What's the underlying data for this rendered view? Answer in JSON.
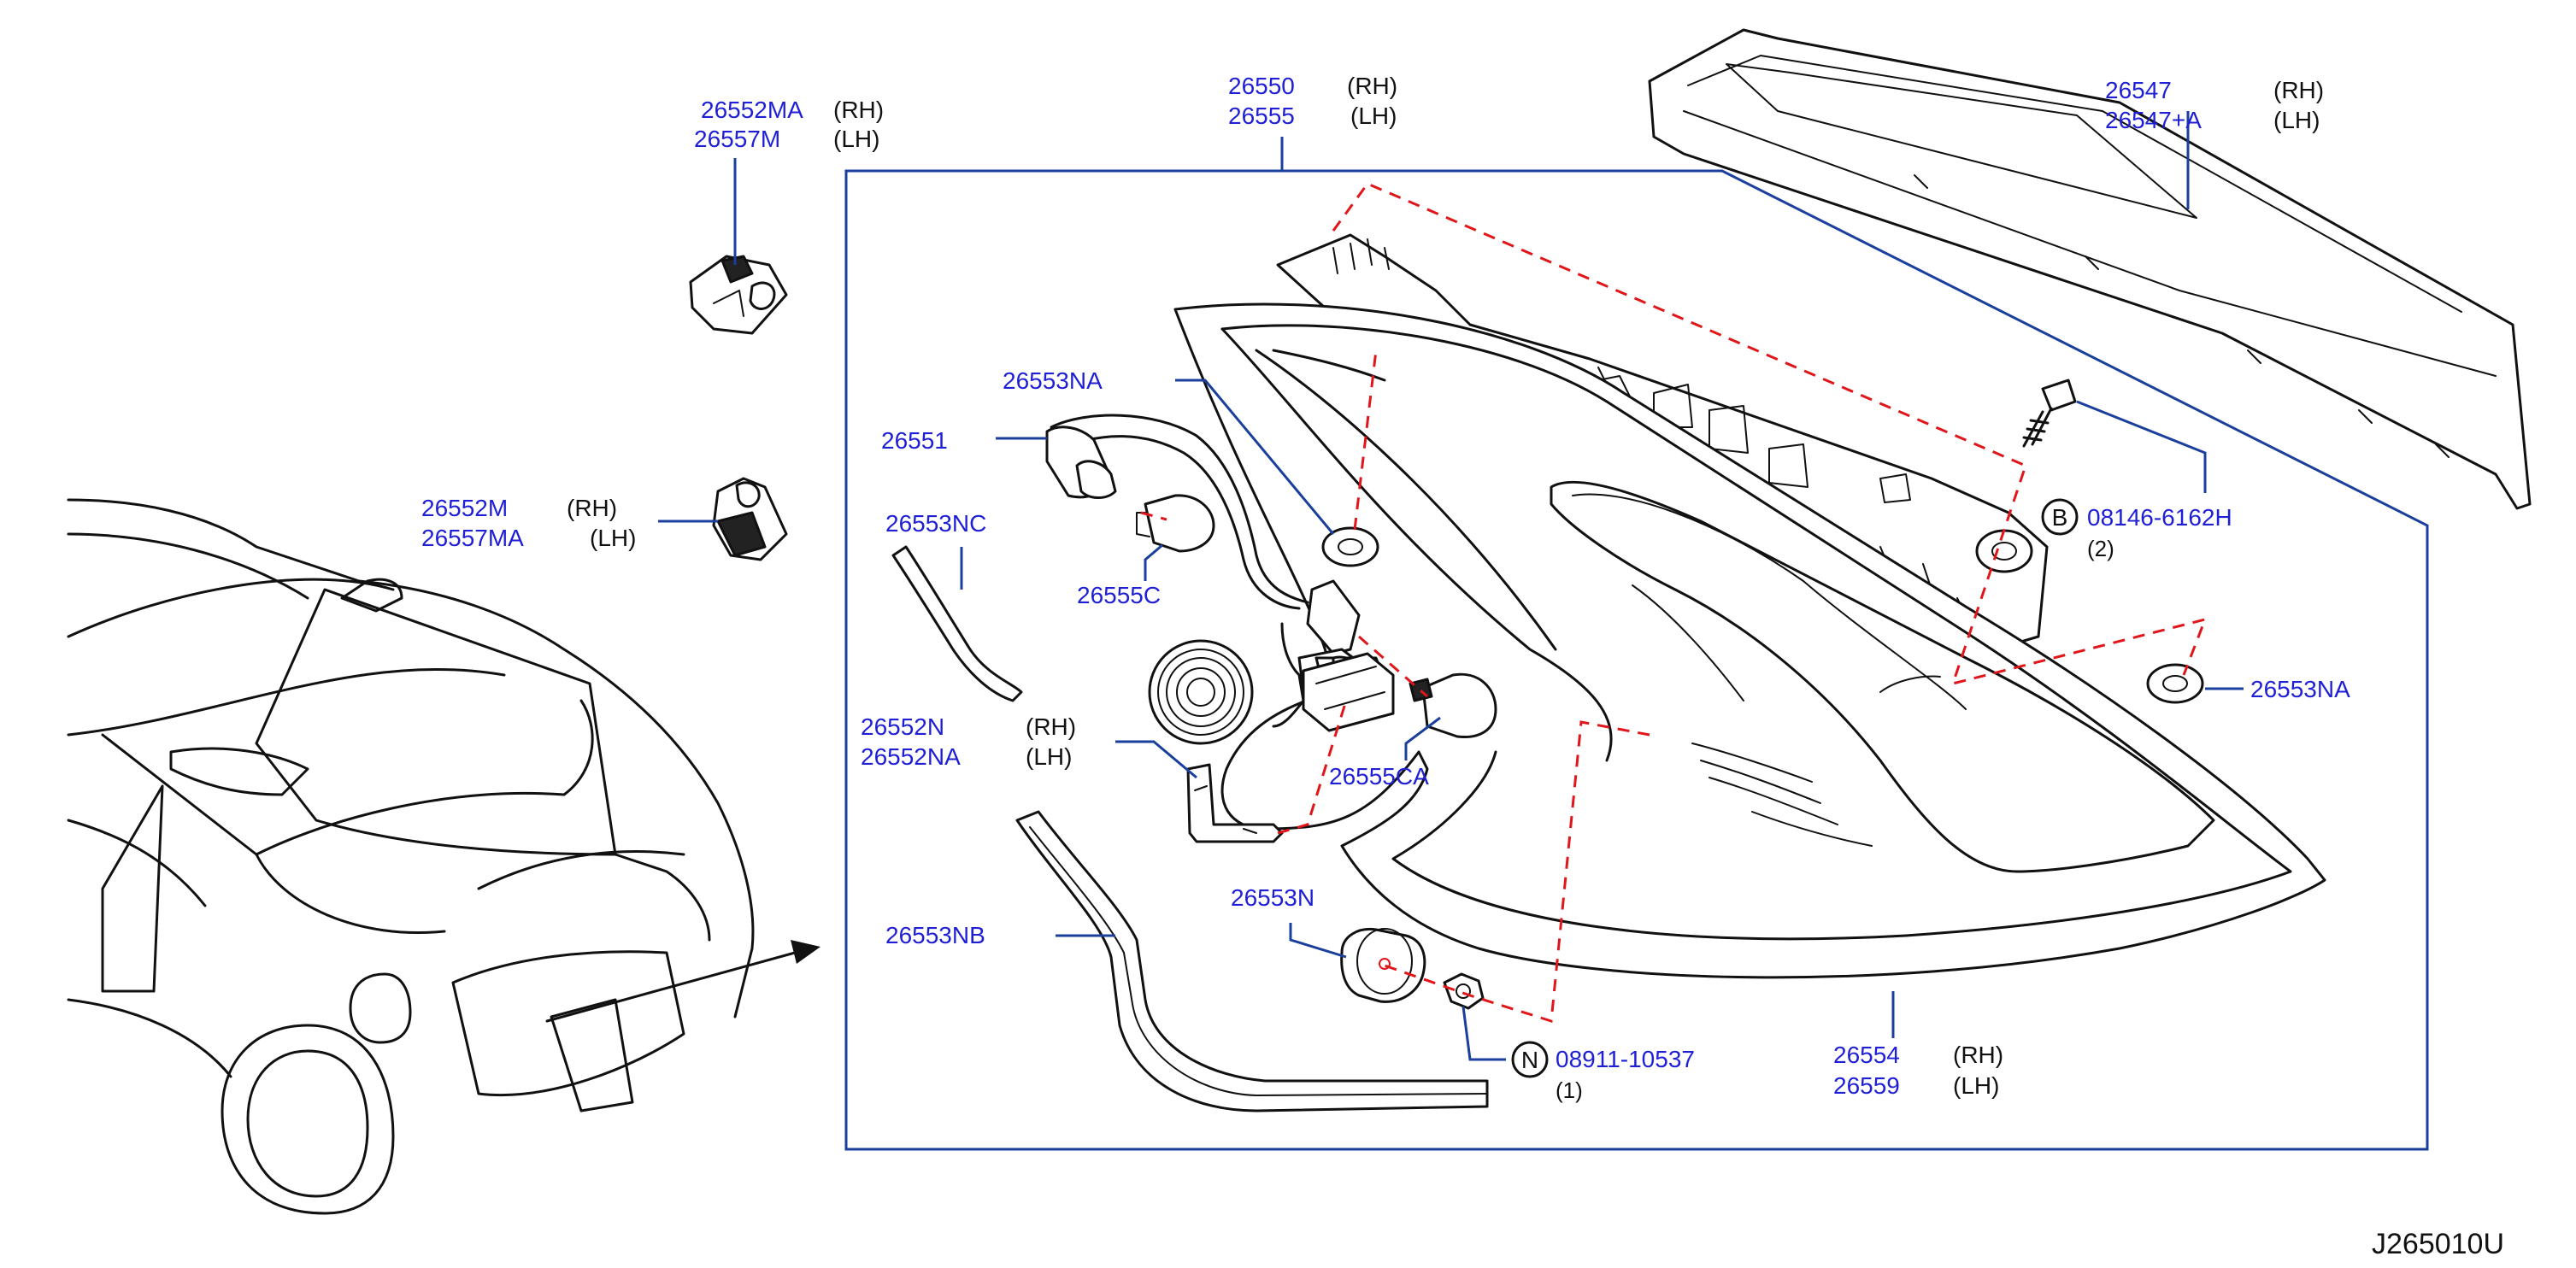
{
  "diagram_code": "J265010U",
  "callouts": [
    {
      "id": "c1",
      "part": "26552MA",
      "side": "(RH)"
    },
    {
      "id": "c2",
      "part": "26557M",
      "side": "(LH)"
    },
    {
      "id": "c3",
      "part": "26552M",
      "side": "(RH)"
    },
    {
      "id": "c4",
      "part": "26557MA",
      "side": "(LH)"
    },
    {
      "id": "c5",
      "part": "26550",
      "side": "(RH)"
    },
    {
      "id": "c6",
      "part": "26555",
      "side": "(LH)"
    },
    {
      "id": "c7",
      "part": "26547",
      "side": "(RH)"
    },
    {
      "id": "c8",
      "part": "26547+A",
      "side": "(LH)"
    },
    {
      "id": "c9",
      "part": "26553NA",
      "side": ""
    },
    {
      "id": "c10",
      "part": "26551",
      "side": ""
    },
    {
      "id": "c11",
      "part": "26553NC",
      "side": ""
    },
    {
      "id": "c12",
      "part": "26555C",
      "side": ""
    },
    {
      "id": "c13",
      "part": "26552N",
      "side": "(RH)"
    },
    {
      "id": "c14",
      "part": "26552NA",
      "side": "(LH)"
    },
    {
      "id": "c15",
      "part": "26555CA",
      "side": ""
    },
    {
      "id": "c16",
      "part": "26553NB",
      "side": ""
    },
    {
      "id": "c17",
      "part": "26553N",
      "side": ""
    },
    {
      "id": "c18",
      "part": "08911-10537",
      "side": "",
      "badge": "N",
      "qty": "(1)"
    },
    {
      "id": "c19",
      "part": "26554",
      "side": "(RH)"
    },
    {
      "id": "c20",
      "part": "26559",
      "side": "(LH)"
    },
    {
      "id": "c21",
      "part": "08146-6162H",
      "side": "",
      "badge": "B",
      "qty": "(2)"
    },
    {
      "id": "c22",
      "part": "26553NA",
      "side": ""
    }
  ]
}
